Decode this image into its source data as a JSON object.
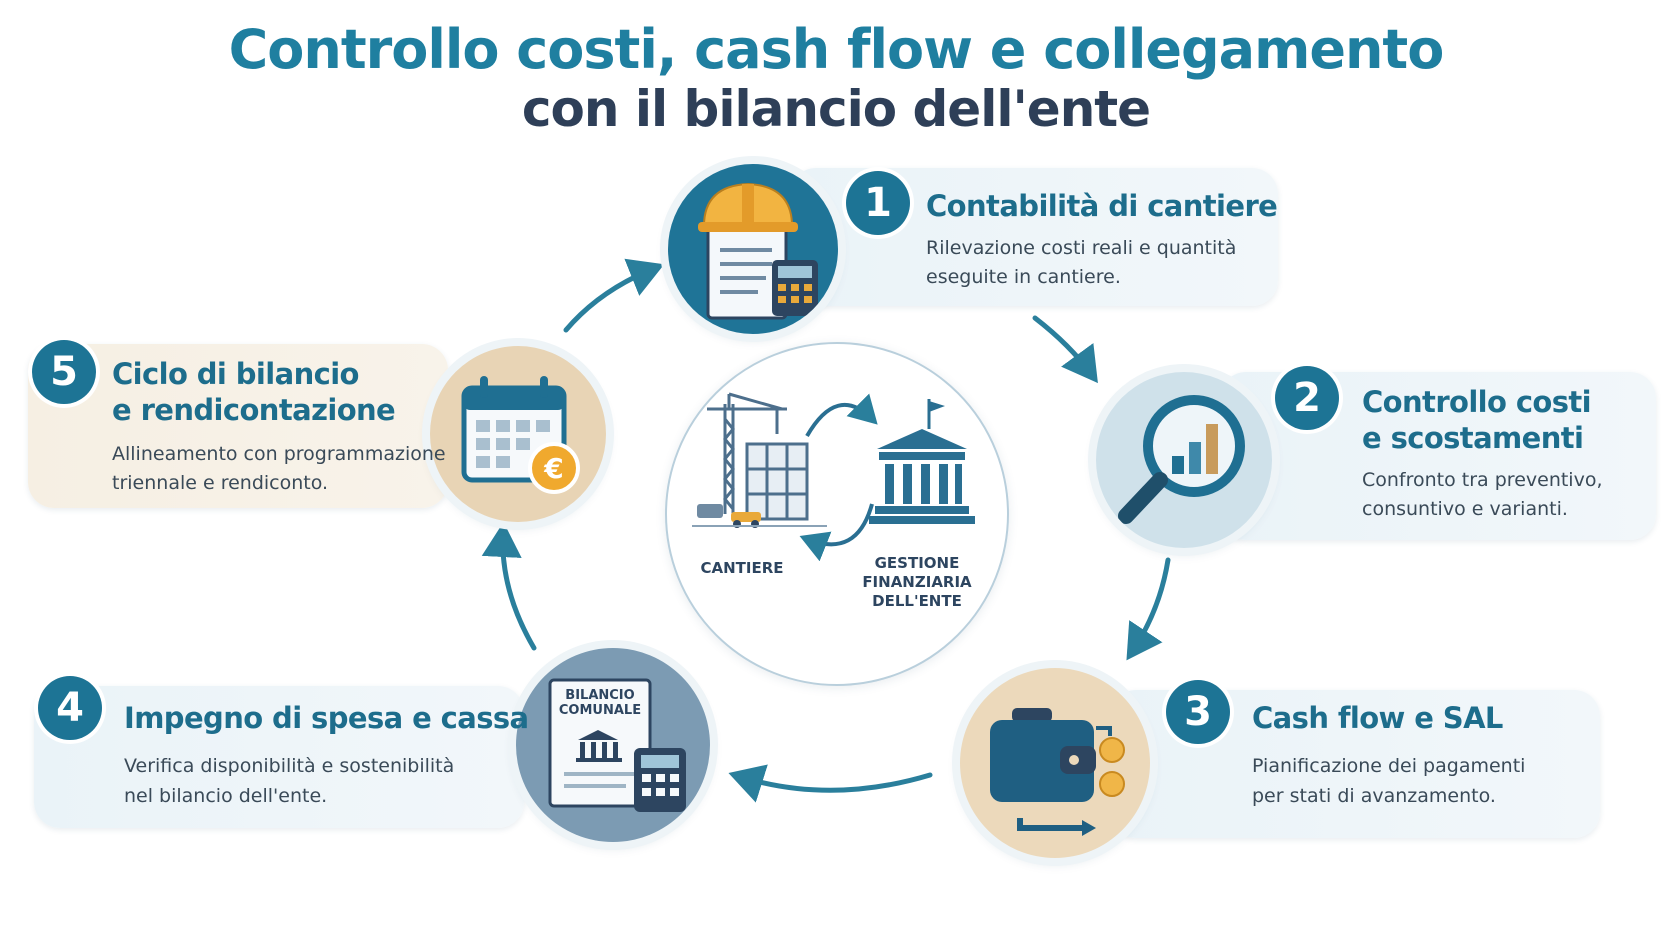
{
  "title": {
    "line1": "Controllo costi, cash flow e collegamento",
    "line2": "con il bilancio dell'ente"
  },
  "center": {
    "left_label": "CANTIERE",
    "right_label": "GESTIONE FINANZIARIA DELL'ENTE"
  },
  "steps": [
    {
      "number": "1",
      "title": "Contabilità di cantiere",
      "desc_1": "Rilevazione costi reali e quantità",
      "desc_2": "eseguite in cantiere.",
      "icon": "construction-helmet-document-calculator-icon"
    },
    {
      "number": "2",
      "title_1": "Controllo costi",
      "title_2": "e scostamenti",
      "desc_1": "Confronto tra preventivo,",
      "desc_2": "consuntivo e varianti.",
      "icon": "magnifier-bar-chart-icon"
    },
    {
      "number": "3",
      "title": "Cash flow e SAL",
      "desc_1": "Pianificazione dei pagamenti",
      "desc_2": "per stati di avanzamento.",
      "icon": "wallet-coins-icon"
    },
    {
      "number": "4",
      "title": "Impegno di spesa e cassa",
      "desc_1": "Verifica disponibilità e sostenibilità",
      "desc_2": "nel bilancio dell'ente.",
      "icon": "budget-document-calculator-icon",
      "icon_text_1": "BILANCIO",
      "icon_text_2": "COMUNALE"
    },
    {
      "number": "5",
      "title_1": "Ciclo di bilancio",
      "title_2": "e rendicontazione",
      "desc_1": "Allineamento con programmazione",
      "desc_2": "triennale e rendiconto.",
      "icon": "calendar-euro-icon"
    }
  ],
  "colors": {
    "primary": "#1d7495",
    "title_blue": "#1f7fa0",
    "title_dark": "#2e3f58",
    "card_blue": "#eaf3f8",
    "card_beige": "#f6efe3",
    "accent_gold": "#e9a93a"
  }
}
